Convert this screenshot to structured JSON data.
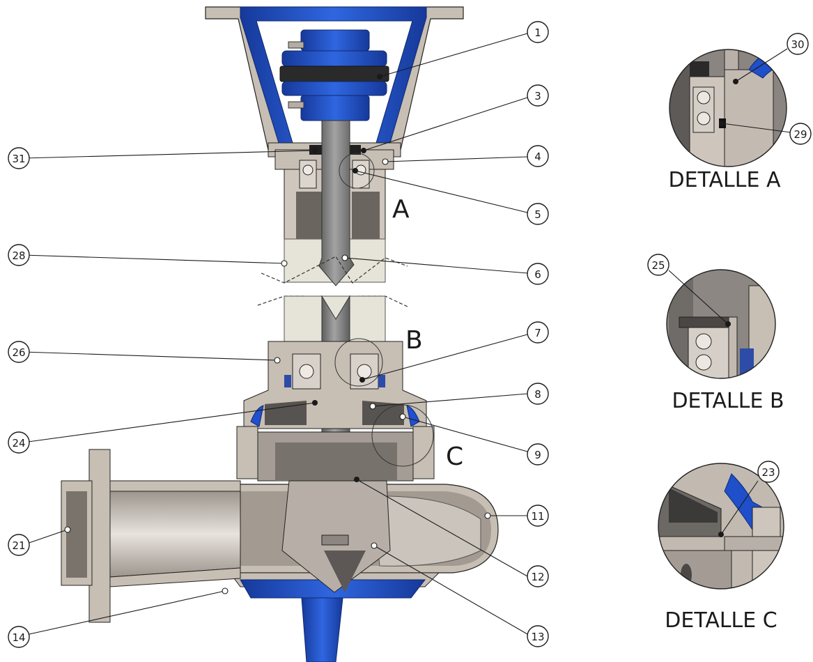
{
  "callouts": [
    {
      "id": "c1",
      "label": "1"
    },
    {
      "id": "c3",
      "label": "3"
    },
    {
      "id": "c4",
      "label": "4"
    },
    {
      "id": "c5",
      "label": "5"
    },
    {
      "id": "c6",
      "label": "6"
    },
    {
      "id": "c7",
      "label": "7"
    },
    {
      "id": "c8",
      "label": "8"
    },
    {
      "id": "c9",
      "label": "9"
    },
    {
      "id": "c11",
      "label": "11"
    },
    {
      "id": "c12",
      "label": "12"
    },
    {
      "id": "c13",
      "label": "13"
    },
    {
      "id": "c14",
      "label": "14"
    },
    {
      "id": "c21",
      "label": "21"
    },
    {
      "id": "c24",
      "label": "24"
    },
    {
      "id": "c26",
      "label": "26"
    },
    {
      "id": "c28",
      "label": "28"
    },
    {
      "id": "c31",
      "label": "31"
    },
    {
      "id": "c30",
      "label": "30"
    },
    {
      "id": "c29",
      "label": "29"
    },
    {
      "id": "c25",
      "label": "25"
    },
    {
      "id": "c23",
      "label": "23"
    }
  ],
  "detail_letters": {
    "a": "A",
    "b": "B",
    "c": "C"
  },
  "detail_captions": {
    "a": "DETALLE A",
    "b": "DETALLE B",
    "c": "DETALLE C"
  },
  "colors": {
    "steel": "#c9c0b6",
    "steel_dark": "#8f8780",
    "blue": "#1f4fc9",
    "shaft": "#7d7d7d",
    "outline": "#1a1a1a"
  }
}
